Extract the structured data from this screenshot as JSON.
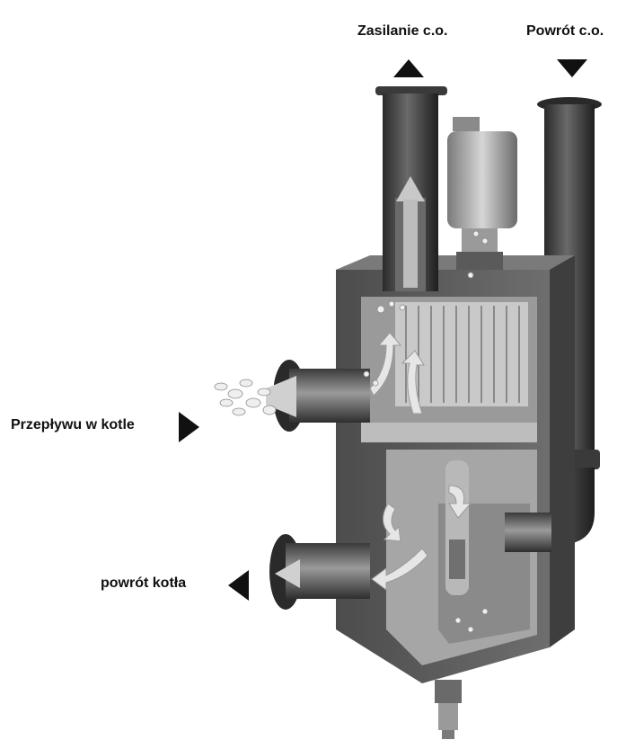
{
  "labels": {
    "supply": "Zasilanie c.o.",
    "return": "Powrót c.o.",
    "boiler_flow": "Przepływu w kotle",
    "boiler_return": "powrót kotła"
  },
  "arrows": {
    "supply": "up",
    "return": "down",
    "boiler_flow": "right",
    "boiler_return": "left"
  },
  "colors": {
    "text": "#111111",
    "pipe_dark": "#3a3a3a",
    "body_grey": "#5e5e5e",
    "cutaway_light": "#bdbdbd",
    "flow_arrow": "#d9d9d9"
  }
}
